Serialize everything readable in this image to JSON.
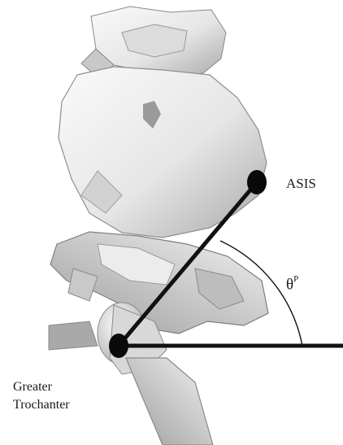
{
  "labels": {
    "asis": "ASIS",
    "theta_symbol": "θ",
    "theta_superscript": "P",
    "greater": "Greater",
    "trochanter": "Trochanter"
  },
  "colors": {
    "bone_light": "#f4f4f4",
    "bone_mid": "#cfcfcf",
    "bone_dark": "#9a9a9a",
    "line": "#111111",
    "marker": "#0a0a0a"
  }
}
